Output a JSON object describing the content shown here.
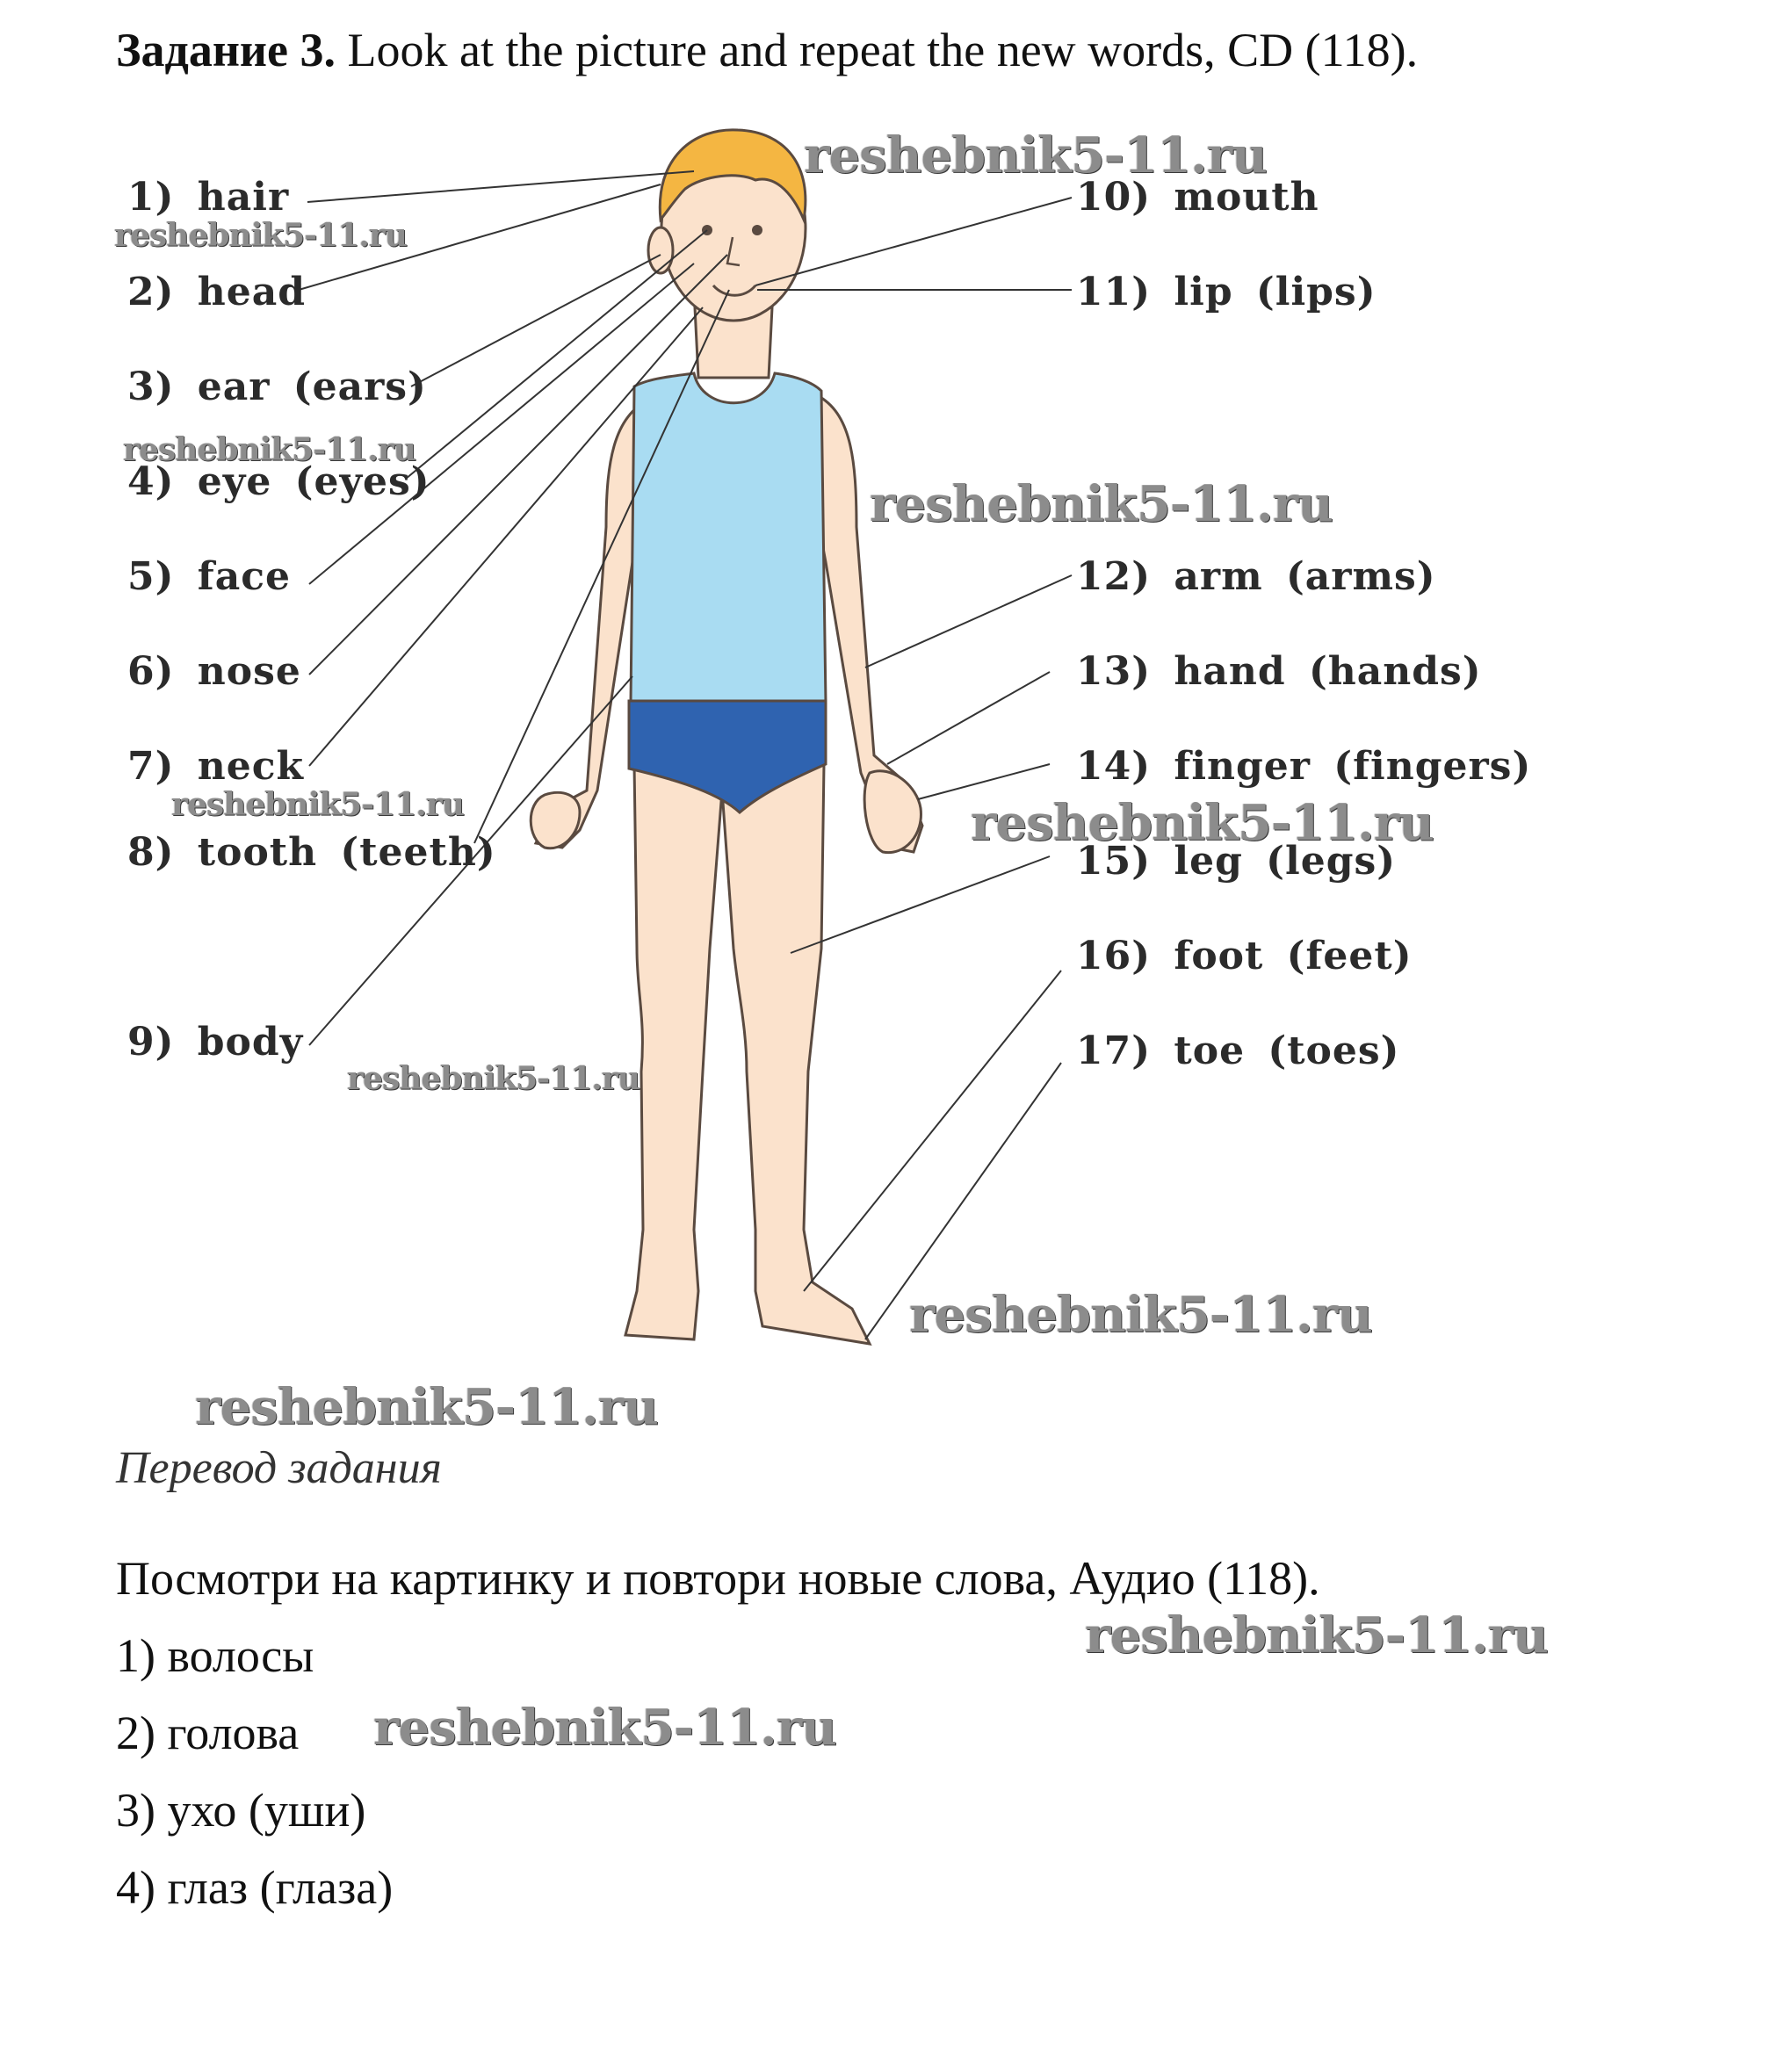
{
  "task": {
    "lead": "Задание 3.",
    "text": "Look at the picture and repeat the new words, CD (118)."
  },
  "labels": [
    {
      "num": "1)",
      "word": "hair"
    },
    {
      "num": "2)",
      "word": "head"
    },
    {
      "num": "3)",
      "word": "ear (ears)"
    },
    {
      "num": "4)",
      "word": "eye (eyes)"
    },
    {
      "num": "5)",
      "word": "face"
    },
    {
      "num": "6)",
      "word": "nose"
    },
    {
      "num": "7)",
      "word": "neck"
    },
    {
      "num": "8)",
      "word": "tooth (teeth)"
    },
    {
      "num": "9)",
      "word": "body"
    },
    {
      "num": "10)",
      "word": "mouth"
    },
    {
      "num": "11)",
      "word": "lip (lips)"
    },
    {
      "num": "12)",
      "word": "arm (arms)"
    },
    {
      "num": "13)",
      "word": "hand (hands)"
    },
    {
      "num": "14)",
      "word": "finger (fingers)"
    },
    {
      "num": "15)",
      "word": "leg (legs)"
    },
    {
      "num": "16)",
      "word": "foot (feet)"
    },
    {
      "num": "17)",
      "word": "toe (toes)"
    }
  ],
  "watermark": "reshebnik5-11.ru",
  "translation": {
    "heading": "Перевод задания",
    "instruction": "Посмотри на картинку и повтори новые слова, Аудио (118).",
    "items": [
      "1) волосы",
      "2) голова",
      "3) ухо (уши)",
      "4) глаз (глаза)"
    ]
  },
  "colors": {
    "skin": "#fbe2cc",
    "hair": "#f4b642",
    "vest": "#a9dcf2",
    "briefs": "#2f63b0",
    "outline": "#5a4a40",
    "pointer": "#333333"
  }
}
